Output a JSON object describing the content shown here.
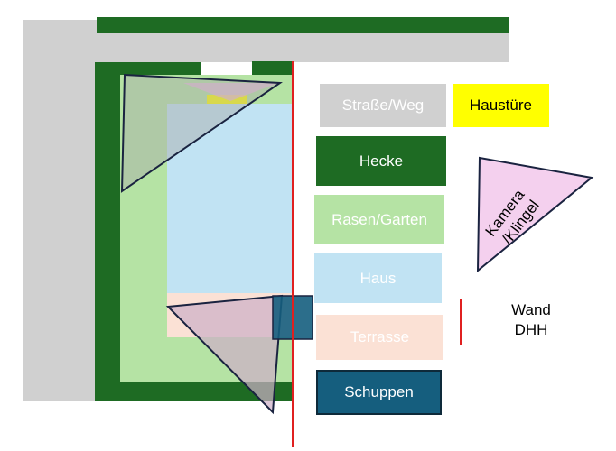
{
  "legend": {
    "road": {
      "label": "Straße/Weg",
      "color": "#d0d0d0",
      "text_color": "#ffffff"
    },
    "front_door": {
      "label": "Haustüre",
      "color": "#ffff00",
      "text_color": "#000000"
    },
    "hedge": {
      "label": "Hecke",
      "color": "#1e6b23",
      "text_color": "#ffffff"
    },
    "lawn": {
      "label": "Rasen/Garten",
      "color": "#b5e3a4",
      "text_color": "#ffffff"
    },
    "house": {
      "label": "Haus",
      "color": "#c1e3f3",
      "text_color": "#ffffff"
    },
    "terrace": {
      "label": "Terrasse",
      "color": "#fbe1d5",
      "text_color": "#ffffff"
    },
    "shed": {
      "label": "Schuppen",
      "color": "#155e7e",
      "text_color": "#ffffff"
    },
    "camera": {
      "label_line1": "Kamera",
      "label_line2": "/Klingel",
      "color": "#f4d0ee"
    },
    "wall": {
      "label_line1": "Wand",
      "label_line2": "DHH",
      "color": "#e02020"
    }
  },
  "colors": {
    "outline": "#1a2340",
    "camera_fov": "#f0b6e6"
  }
}
